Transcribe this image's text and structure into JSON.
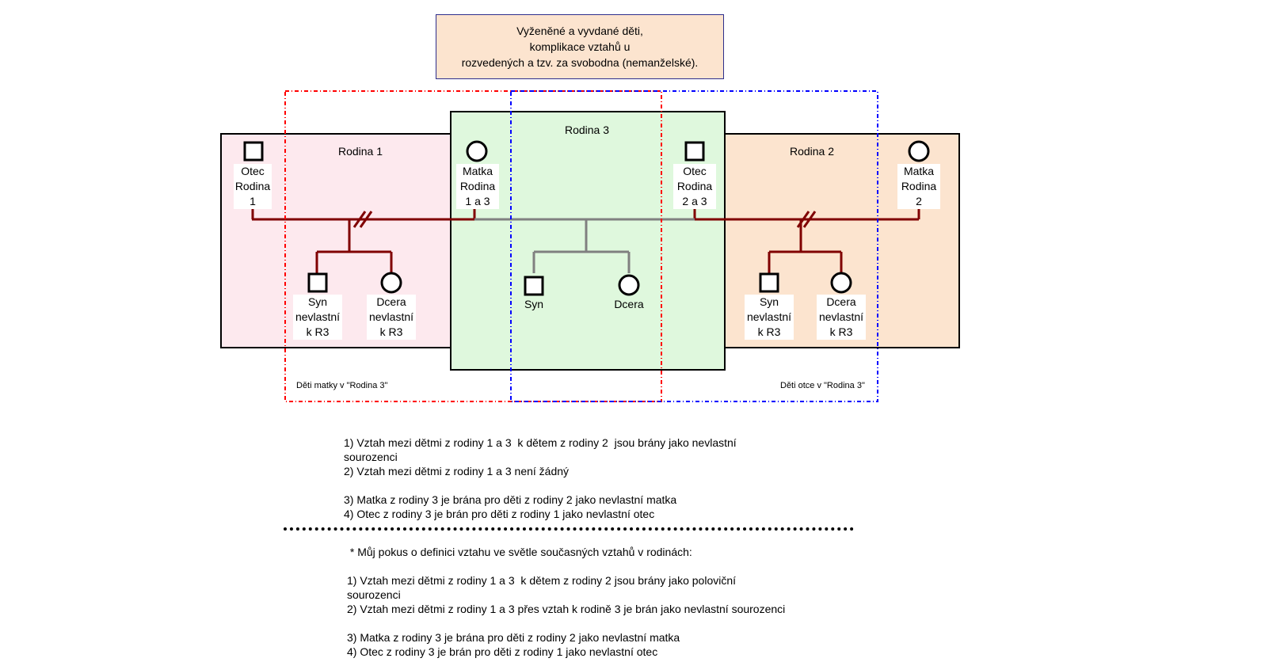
{
  "title": {
    "lines": [
      "Vyženěné a vyvdané děti,",
      "komplikace vztahů u",
      "rozvedených a tzv. za svobodna (nemanželské)."
    ]
  },
  "colors": {
    "family1_bg": "#fde9ee",
    "family2_bg": "#fce4cf",
    "family3_bg": "#dff8dd",
    "title_bg": "#fce4cf",
    "relation_line": "#800000",
    "family3_line": "#808080",
    "mother_group_border": "#ff0000",
    "father_group_border": "#0000ff"
  },
  "families": {
    "f1": {
      "label": "Rodina 1"
    },
    "f2": {
      "label": "Rodina 2"
    },
    "f3": {
      "label": "Rodina 3"
    }
  },
  "persons": {
    "otec1": {
      "lines": [
        "Otec",
        "Rodina",
        "1"
      ],
      "sex": "male"
    },
    "matka13": {
      "lines": [
        "Matka",
        "Rodina",
        "1 a 3"
      ],
      "sex": "female"
    },
    "otec23": {
      "lines": [
        "Otec",
        "Rodina",
        "2 a 3"
      ],
      "sex": "male"
    },
    "matka2": {
      "lines": [
        "Matka",
        "Rodina",
        "2"
      ],
      "sex": "female"
    },
    "syn1": {
      "lines": [
        "Syn",
        "nevlastní",
        "k R3"
      ],
      "sex": "male"
    },
    "dcera1": {
      "lines": [
        "Dcera",
        "nevlastní",
        "k R3"
      ],
      "sex": "female"
    },
    "syn3": {
      "lines": [
        "Syn"
      ],
      "sex": "male"
    },
    "dcera3": {
      "lines": [
        "Dcera"
      ],
      "sex": "female"
    },
    "syn2": {
      "lines": [
        "Syn",
        "nevlastní",
        "k R3"
      ],
      "sex": "male"
    },
    "dcera2": {
      "lines": [
        "Dcera",
        "nevlastní",
        "k R3"
      ],
      "sex": "female"
    }
  },
  "groups": {
    "mother_children": "Děti matky v \"Rodina 3\"",
    "father_children": "Děti otce v \"Rodina 3\""
  },
  "notes_top": [
    "1) Vztah mezi dětmi z rodiny 1 a 3  k dětem z rodiny 2  jsou brány jako nevlastní",
    "sourozenci",
    "2) Vztah mezi dětmi z rodiny 1 a 3 není žádný",
    "",
    "3) Matka z rodiny 3 je brána pro děti z rodiny 2 jako nevlastní matka",
    "4) Otec z rodiny 3 je brán pro děti z rodiny 1 jako nevlastní otec"
  ],
  "notes_bottom": [
    " * Můj pokus o definici vztahu ve světle současných vztahů v rodinách:",
    "",
    "1) Vztah mezi dětmi z rodiny 1 a 3  k dětem z rodiny 2 jsou brány jako poloviční",
    "sourozenci",
    "2) Vztah mezi dětmi z rodiny 1 a 3 přes vztah k rodině 3 je brán jako nevlastní sourozenci",
    "",
    "3) Matka z rodiny 3 je brána pro děti z rodiny 2 jako nevlastní matka",
    "4) Otec z rodiny 3 je brán pro děti z rodiny 1 jako nevlastní otec"
  ]
}
